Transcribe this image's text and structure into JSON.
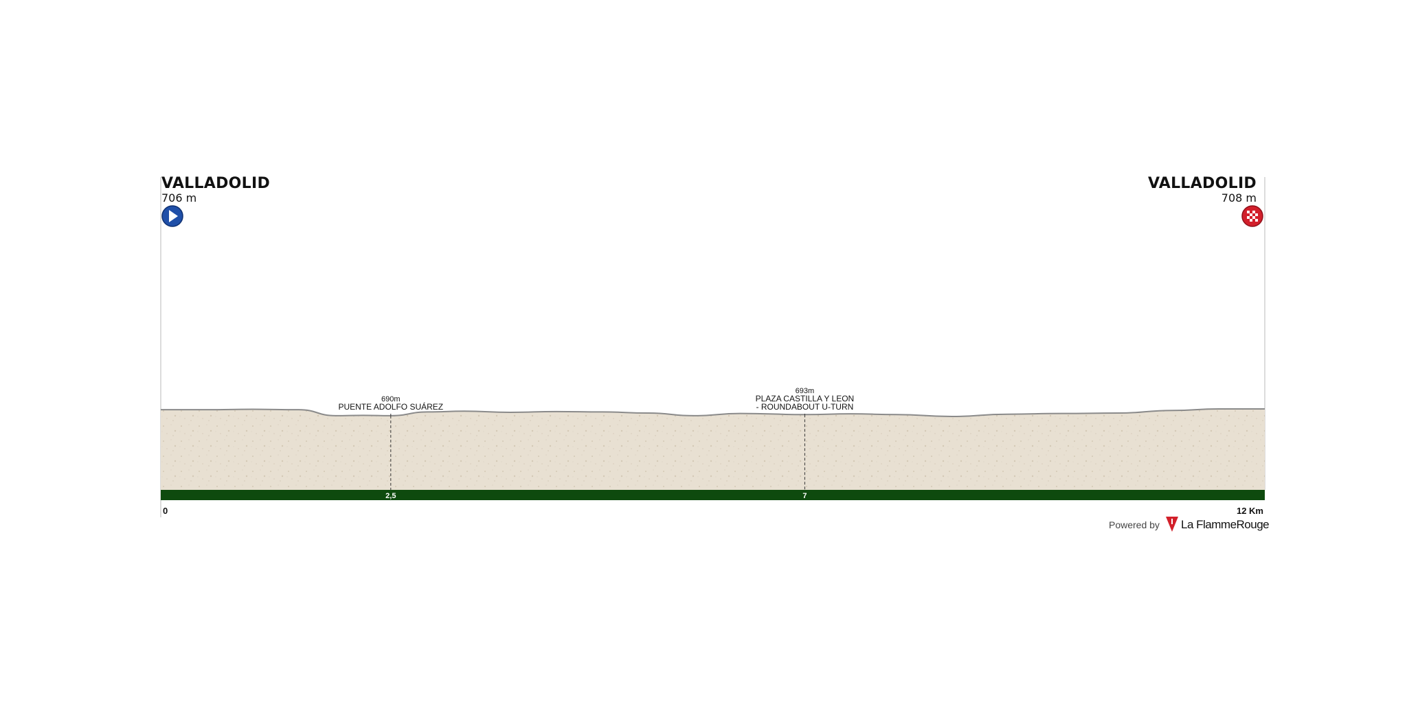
{
  "chart_data": {
    "type": "area",
    "title": "",
    "x_unit": "Km",
    "x_range": [
      0,
      12
    ],
    "y_unit": "m",
    "start": {
      "name": "VALLADOLID",
      "altitude_label": "706 m",
      "icon": "start-play-icon"
    },
    "finish": {
      "name": "VALLADOLID",
      "altitude_label": "708 m",
      "icon": "finish-checkered-flag-icon"
    },
    "x_tick_labels": [
      {
        "km": 0,
        "label": "0"
      },
      {
        "km": 12,
        "label": "12 Km"
      }
    ],
    "waypoints": [
      {
        "km": 2.5,
        "km_label": "2,5",
        "altitude": "690m",
        "name_lines": [
          "PUENTE ADOLFO SUÁREZ"
        ]
      },
      {
        "km": 7,
        "km_label": "7",
        "altitude": "693m",
        "name_lines": [
          "PLAZA CASTILLA Y LEON",
          "- ROUNDABOUT U-TURN"
        ]
      }
    ],
    "profile": [
      {
        "km": 0,
        "alt": 706
      },
      {
        "km": 0.5,
        "alt": 706
      },
      {
        "km": 1.0,
        "alt": 707
      },
      {
        "km": 1.5,
        "alt": 706
      },
      {
        "km": 1.9,
        "alt": 690
      },
      {
        "km": 2.2,
        "alt": 691
      },
      {
        "km": 2.5,
        "alt": 690
      },
      {
        "km": 2.9,
        "alt": 700
      },
      {
        "km": 3.3,
        "alt": 702
      },
      {
        "km": 3.8,
        "alt": 699
      },
      {
        "km": 4.3,
        "alt": 701
      },
      {
        "km": 4.8,
        "alt": 700
      },
      {
        "km": 5.3,
        "alt": 697
      },
      {
        "km": 5.8,
        "alt": 690
      },
      {
        "km": 6.3,
        "alt": 696
      },
      {
        "km": 7.0,
        "alt": 693
      },
      {
        "km": 7.5,
        "alt": 695
      },
      {
        "km": 8.0,
        "alt": 693
      },
      {
        "km": 8.6,
        "alt": 688
      },
      {
        "km": 9.2,
        "alt": 694
      },
      {
        "km": 9.8,
        "alt": 696
      },
      {
        "km": 10.4,
        "alt": 697
      },
      {
        "km": 11.0,
        "alt": 704
      },
      {
        "km": 11.5,
        "alt": 708
      },
      {
        "km": 12.0,
        "alt": 708
      }
    ],
    "colors": {
      "terrain": "#e8e0d2",
      "terrain_speckle": "#d8cebd",
      "ridge": "#8a8a8a",
      "baseline_bar": "#0e4a0e",
      "start_icon": "#1f4fa8",
      "finish_icon": "#d21f2b",
      "frame": "#b8b8b8"
    }
  },
  "footer": {
    "powered_label": "Powered by",
    "brand_label": "La FlammeRouge",
    "logo_icon": "flamme-rouge-logo-icon",
    "brand_color": "#d2202a"
  }
}
